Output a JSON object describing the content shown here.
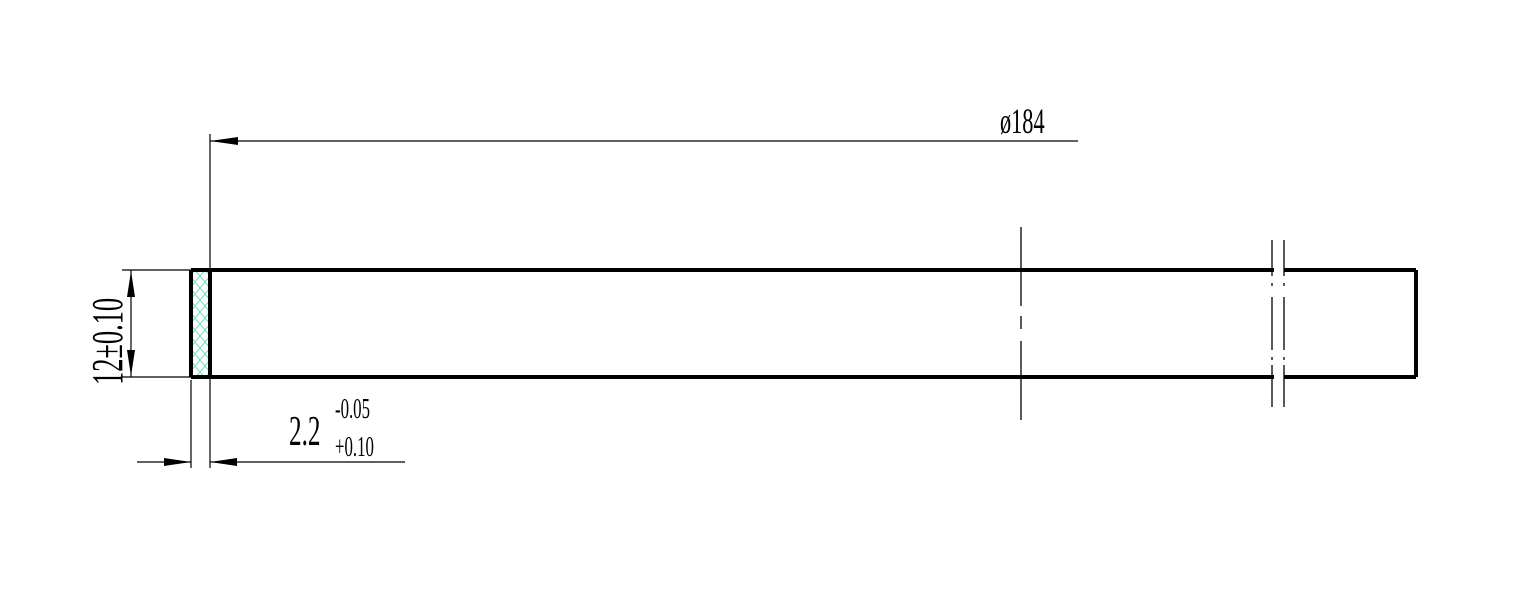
{
  "drawing": {
    "diameter_label": "ø184",
    "thickness_label": "12±0.10",
    "width_nominal": "2.2",
    "width_upper_tol": "-0.05",
    "width_lower_tol": "+0.10"
  },
  "colors": {
    "line": "#000000",
    "hatch": "#66e0b0",
    "background": "#ffffff"
  }
}
